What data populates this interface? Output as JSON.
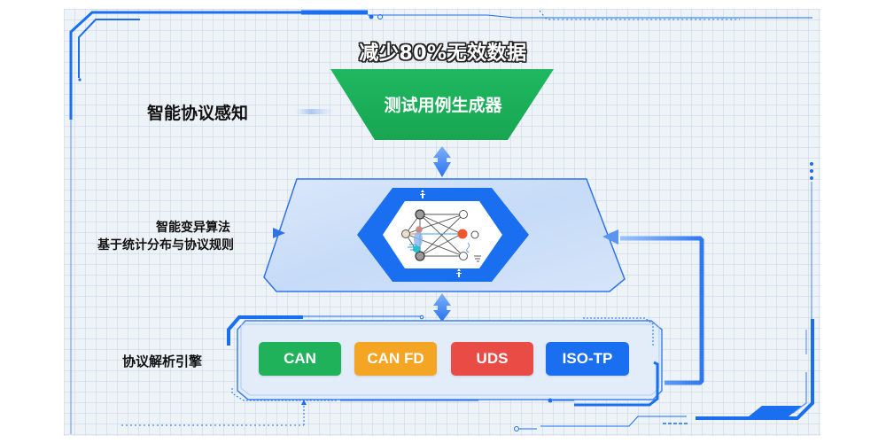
{
  "diagram": {
    "headline": "减少80%无效数据",
    "stages": [
      {
        "id": "generator",
        "label": "测试用例生成器",
        "shape": "inverted-trapezoid",
        "color": "#1fb25a"
      },
      {
        "id": "mutation",
        "label": "智能变异算法",
        "sublabel": "基于统计分布与协议规则",
        "shape": "hexagon-in-trapezoid",
        "icon": "neural-network-icon",
        "color": "#1a6ff0"
      },
      {
        "id": "parser",
        "label": "协议解析引擎",
        "shape": "rounded-panel"
      }
    ],
    "side_labels": {
      "perception": "智能协议感知",
      "mutation": "智能变异算法",
      "mutation_sub": "基于统计分布与协议规则",
      "parser": "协议解析引擎"
    },
    "protocols": [
      {
        "label": "CAN",
        "color": "#1fb25a"
      },
      {
        "label": "CAN FD",
        "color": "#f5a524"
      },
      {
        "label": "UDS",
        "color": "#e94b45"
      },
      {
        "label": "ISO-TP",
        "color": "#1a6ff0"
      }
    ],
    "connectors": [
      {
        "from": "generator",
        "to": "mutation",
        "type": "bidirectional-arrow"
      },
      {
        "from": "mutation",
        "to": "parser",
        "type": "bidirectional-arrow"
      },
      {
        "from": "parser",
        "to": "mutation",
        "type": "feedback-loop-arrow"
      }
    ],
    "colors": {
      "accent_blue": "#1a6ff0",
      "background": "#eef3f8",
      "trapezoid_fill": "#cfe0f8"
    }
  }
}
